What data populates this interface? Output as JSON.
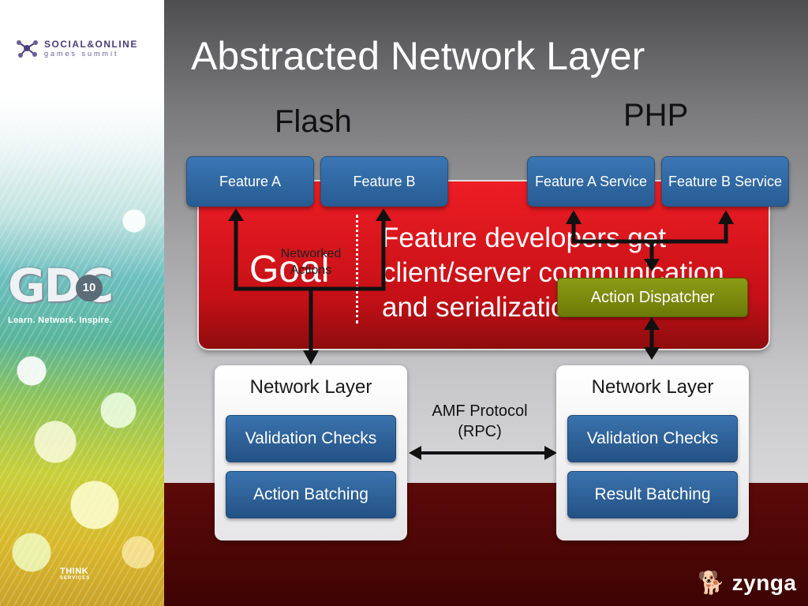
{
  "branding": {
    "summit_name": "SOCIAL&ONLINE",
    "summit_sub": "games summit",
    "conference": "GDC",
    "conference_number": "10",
    "tagline": "Learn. Network. Inspire.",
    "sponsor": "THINK",
    "sponsor_sub": "SERVICES",
    "company": "zynga"
  },
  "slide": {
    "title": "Abstracted Network Layer",
    "flash_label": "Flash",
    "php_label": "PHP",
    "goal": {
      "word": "Goal",
      "text": "Feature developers get client/server communication and serialization"
    },
    "client_features": [
      {
        "label": "Feature A"
      },
      {
        "label": "Feature B"
      }
    ],
    "server_features": [
      {
        "label": "Feature A Service"
      },
      {
        "label": "Feature B Service"
      }
    ],
    "networked_actions_label": "Networked Actions",
    "action_dispatcher": "Action Dispatcher",
    "client_network": {
      "title": "Network Layer",
      "items": [
        "Validation Checks",
        "Action Batching"
      ]
    },
    "server_network": {
      "title": "Network Layer",
      "items": [
        "Validation Checks",
        "Result Batching"
      ]
    },
    "protocol_label": "AMF Protocol (RPC)"
  },
  "colors": {
    "banner_red": "#e01a20",
    "feature_blue": "#2f6aa6",
    "dispatcher_olive": "#7a8b0e",
    "floor_dark_red": "#4a0605"
  }
}
